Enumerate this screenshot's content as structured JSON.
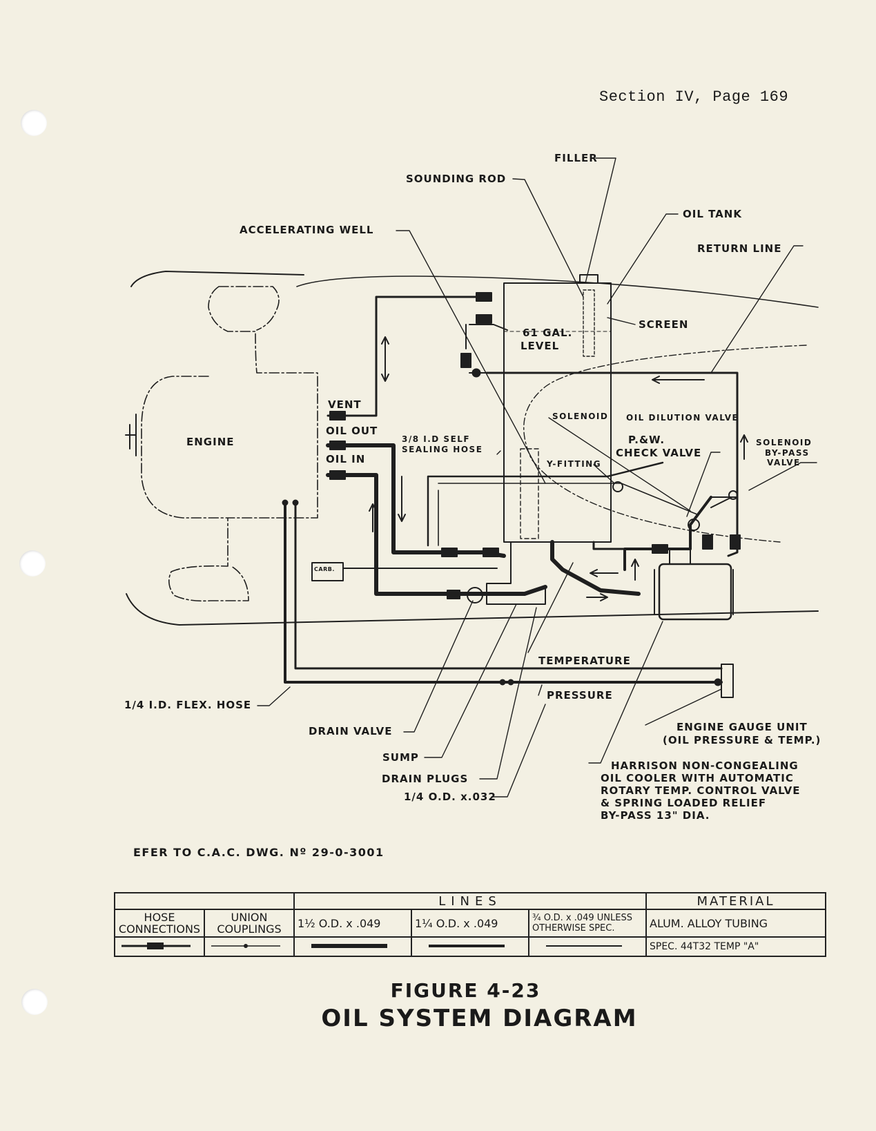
{
  "header": {
    "section_page": "Section IV, Page 169"
  },
  "labels": {
    "filler": "FILLER",
    "sounding_rod": "SOUNDING ROD",
    "oil_tank": "OIL TANK",
    "accelerating_well": "ACCELERATING WELL",
    "return_line": "RETURN LINE",
    "screen": "SCREEN",
    "gal_61": "61 GAL.",
    "level": "LEVEL",
    "engine": "ENGINE",
    "vent": "VENT",
    "oil_out": "OIL OUT",
    "oil_in": "OIL IN",
    "sealing_hose_1": "3/8 I.D SELF",
    "sealing_hose_2": "SEALING HOSE",
    "solenoid": "SOLENOID",
    "oil_dilution_valve": "OIL DILUTION VALVE",
    "pw": "P.&W.",
    "check_valve": "CHECK VALVE",
    "y_fitting": "Y-FITTING",
    "solenoid_bypass_1": "SOLENOID",
    "solenoid_bypass_2": "BY-PASS",
    "solenoid_bypass_3": "VALVE",
    "carb": "CARB.",
    "temperature": "TEMPERATURE",
    "pressure": "PRESSURE",
    "flex_hose": "1/4 I.D. FLEX. HOSE",
    "engine_gauge_unit": "ENGINE GAUGE UNIT",
    "oil_pressure_temp": "(OIL PRESSURE & TEMP.)",
    "drain_valve": "DRAIN VALVE",
    "sump": "SUMP",
    "drain_plugs": "DRAIN PLUGS",
    "od_032": "1/4 O.D. x.032",
    "harrison_1": "HARRISON NON-CONGEALING",
    "harrison_2": "OIL COOLER WITH AUTOMATIC",
    "harrison_3": "ROTARY TEMP. CONTROL VALVE",
    "harrison_4": "& SPRING LOADED RELIEF",
    "harrison_5": "BY-PASS 13\" DIA."
  },
  "reference": "EFER TO C.A.C. DWG. Nº 29-0-3001",
  "legend": {
    "lines_header": "LINES",
    "material_header": "MATERIAL",
    "hose_connections": "HOSE CONNECTIONS",
    "union_couplings": "UNION COUPLINGS",
    "line_1": "1½ O.D. x .049",
    "line_2": "1¼ O.D. x .049",
    "line_3": "¾ O.D. x .049 UNLESS OTHERWISE SPEC.",
    "material_1": "ALUM. ALLOY TUBING",
    "material_2": "SPEC. 44T32 TEMP \"A\""
  },
  "figure": {
    "number": "FIGURE 4-23",
    "title": "OIL SYSTEM DIAGRAM"
  }
}
